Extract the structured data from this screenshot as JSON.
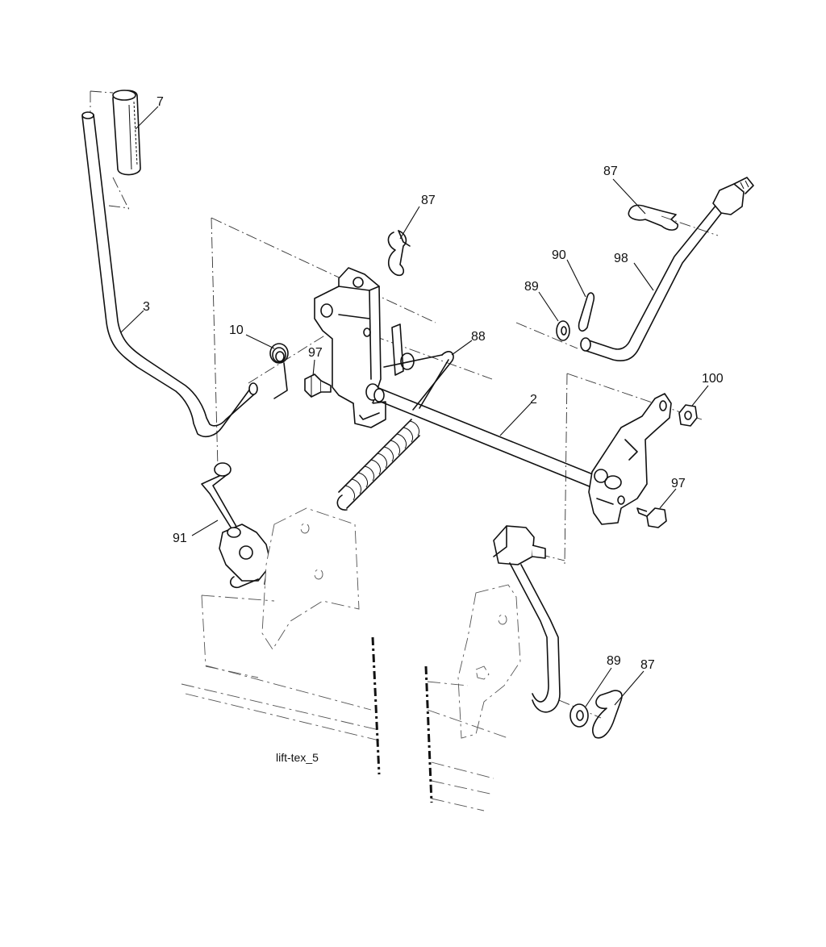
{
  "diagram": {
    "caption": "lift-tex_5",
    "callouts": [
      {
        "id": "c7",
        "label": "7"
      },
      {
        "id": "c3",
        "label": "3"
      },
      {
        "id": "c10",
        "label": "10"
      },
      {
        "id": "c97a",
        "label": "97"
      },
      {
        "id": "c87a",
        "label": "87"
      },
      {
        "id": "c88",
        "label": "88"
      },
      {
        "id": "c2",
        "label": "2"
      },
      {
        "id": "c87b",
        "label": "87"
      },
      {
        "id": "c90",
        "label": "90"
      },
      {
        "id": "c98",
        "label": "98"
      },
      {
        "id": "c89a",
        "label": "89"
      },
      {
        "id": "c100",
        "label": "100"
      },
      {
        "id": "c97b",
        "label": "97"
      },
      {
        "id": "c91",
        "label": "91"
      },
      {
        "id": "c89b",
        "label": "89"
      },
      {
        "id": "c87c",
        "label": "87"
      }
    ]
  }
}
